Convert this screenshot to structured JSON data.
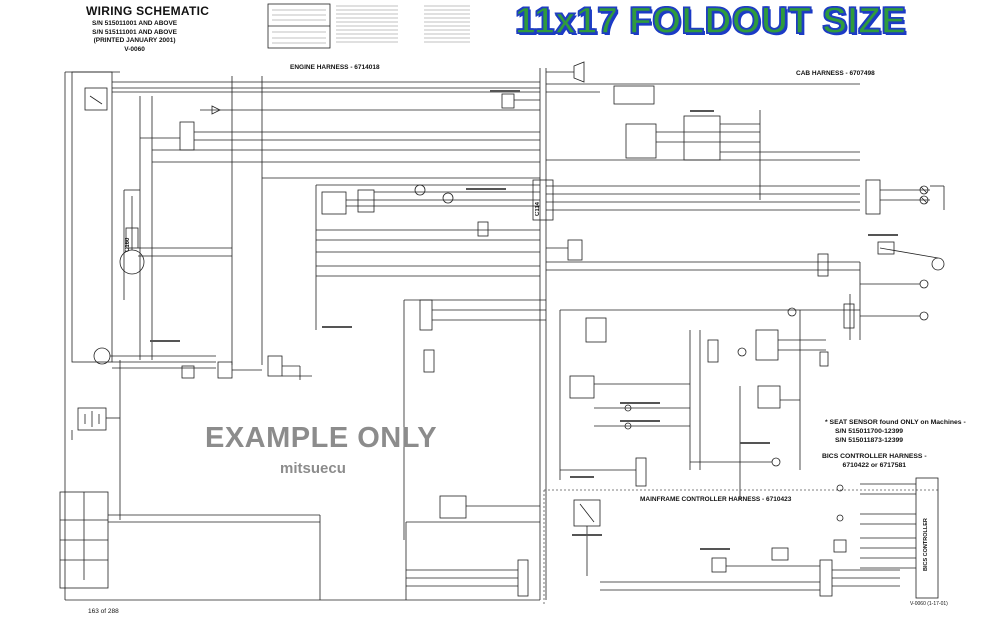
{
  "header": {
    "title": "WIRING SCHEMATIC",
    "sn_line_1": "S/N 515011001 AND ABOVE",
    "sn_line_2": "S/N 515111001 AND ABOVE",
    "printed": "(PRINTED JANUARY 2001)",
    "code": "V-0060"
  },
  "banner": {
    "text": "11x17 FOLDOUT SIZE",
    "fill_color": "#2f9b3d",
    "outline_color": "#1f3fbf"
  },
  "watermark": {
    "line1": "EXAMPLE ONLY",
    "line2": "mitsuecu"
  },
  "harness_labels": {
    "engine": "ENGINE HARNESS - 6714018",
    "cab": "CAB HARNESS - 6707498",
    "mainframe": "MAINFRAME CONTROLLER HARNESS - 6710423"
  },
  "notes": {
    "seat_title": "* SEAT SENSOR found ONLY on Machines -",
    "seat_sn_1": "S/N 515011700-12399",
    "seat_sn_2": "S/N 515011873-12399",
    "bics_title": "BICS CONTROLLER HARNESS -",
    "bics_numbers": "6710422 or 6717581",
    "bics_box": "BICS CONTROLLER"
  },
  "connectors": {
    "c114": "C114",
    "c160": "C160"
  },
  "footer": {
    "page": "163 of 288",
    "ref": "V-0060 (1-17-01)"
  }
}
